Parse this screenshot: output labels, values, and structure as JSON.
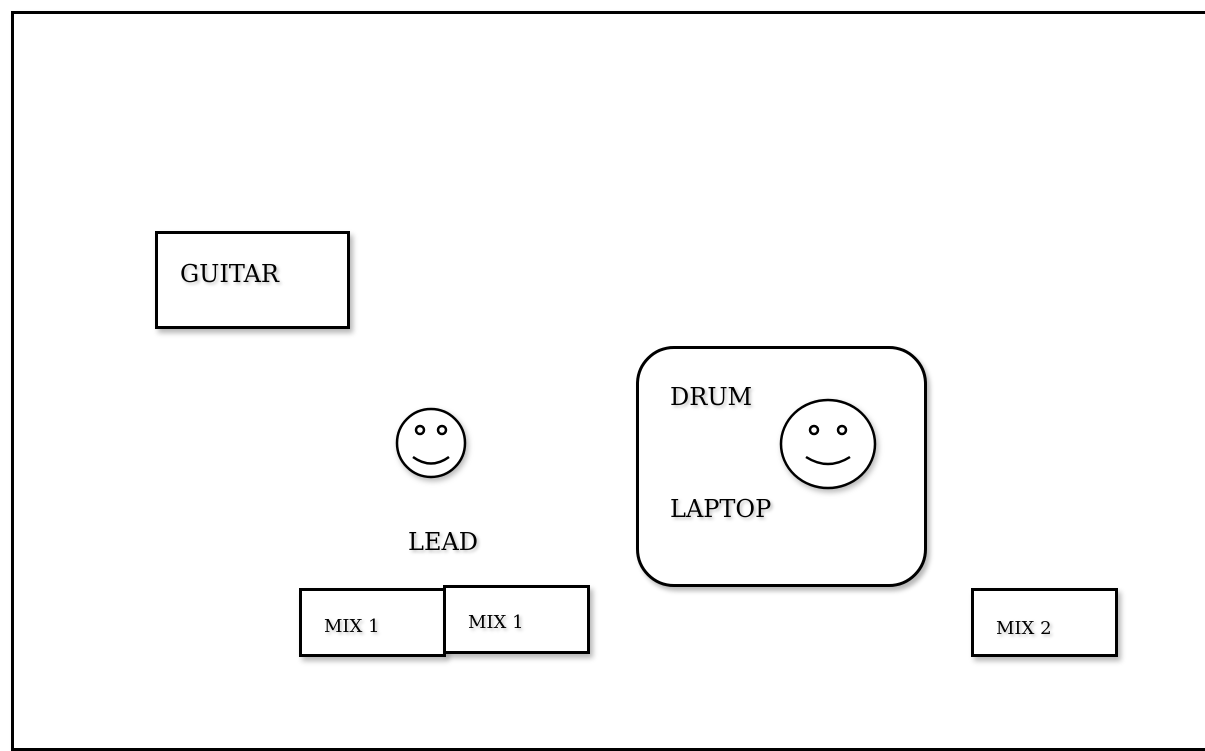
{
  "diagram": {
    "guitar": {
      "label": "GUITAR"
    },
    "drum_laptop": {
      "drum_label": "DRUM",
      "laptop_label": "LAPTOP"
    },
    "lead": {
      "label": "LEAD"
    },
    "mixes": [
      {
        "label": "MIX 1"
      },
      {
        "label": "MIX 1"
      },
      {
        "label": "MIX 2"
      }
    ],
    "faces": [
      {
        "icon": "smiley-face-icon",
        "position_role": "lead"
      },
      {
        "icon": "smiley-face-icon",
        "position_role": "drum"
      }
    ]
  }
}
